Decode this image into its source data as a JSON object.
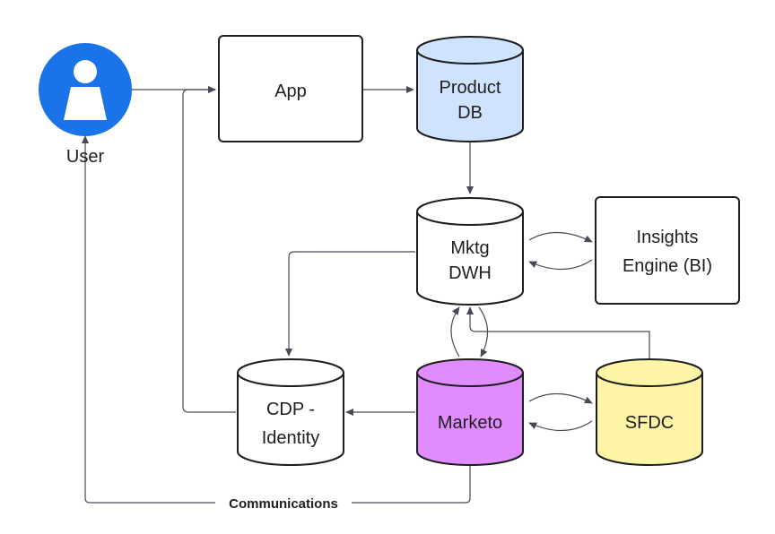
{
  "nodes": {
    "user": {
      "label": "User",
      "color": "#1a73e8"
    },
    "app": {
      "label": "App",
      "color": "#ffffff"
    },
    "product_db": {
      "line1": "Product",
      "line2": "DB",
      "color": "#cfe3ff"
    },
    "mktg_dwh": {
      "line1": "Mktg",
      "line2": "DWH",
      "color": "#ffffff"
    },
    "insights": {
      "line1": "Insights",
      "line2": "Engine (BI)",
      "color": "#ffffff"
    },
    "cdp": {
      "line1": "CDP -",
      "line2": "Identity",
      "color": "#ffffff"
    },
    "marketo": {
      "label": "Marketo",
      "color": "#e08cff"
    },
    "sfdc": {
      "label": "SFDC",
      "color": "#fff5a6"
    }
  },
  "edges": {
    "communications": "Communications"
  }
}
